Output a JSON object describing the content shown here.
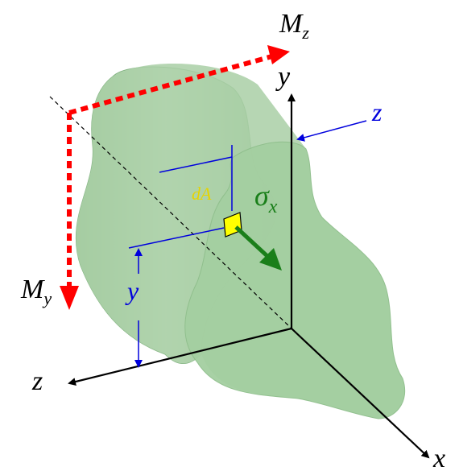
{
  "labels": {
    "moment_z": {
      "base": "M",
      "sub": "z"
    },
    "moment_y": {
      "base": "M",
      "sub": "y"
    },
    "axis_x": "x",
    "axis_y": "y",
    "axis_z": "z",
    "z_offset": "z",
    "y_offset": "y",
    "area_element": "dA",
    "stress": {
      "base": "σ",
      "sub": "x"
    }
  },
  "colors": {
    "body_fill": "#a9cfa6",
    "body_edge": "#7fb07e",
    "moment_arrow": "#ff0000",
    "axes": "#000000",
    "dimension": "#0000dd",
    "stress_arrow": "#1a7f1a",
    "element_fill": "#ffff00",
    "area_label": "#e6d400"
  },
  "icons": {
    "moment_z_arrow": "dotted-arrow-right",
    "moment_y_arrow": "dotted-arrow-down",
    "stress_arrow": "arrow-diagonal-down-right"
  }
}
